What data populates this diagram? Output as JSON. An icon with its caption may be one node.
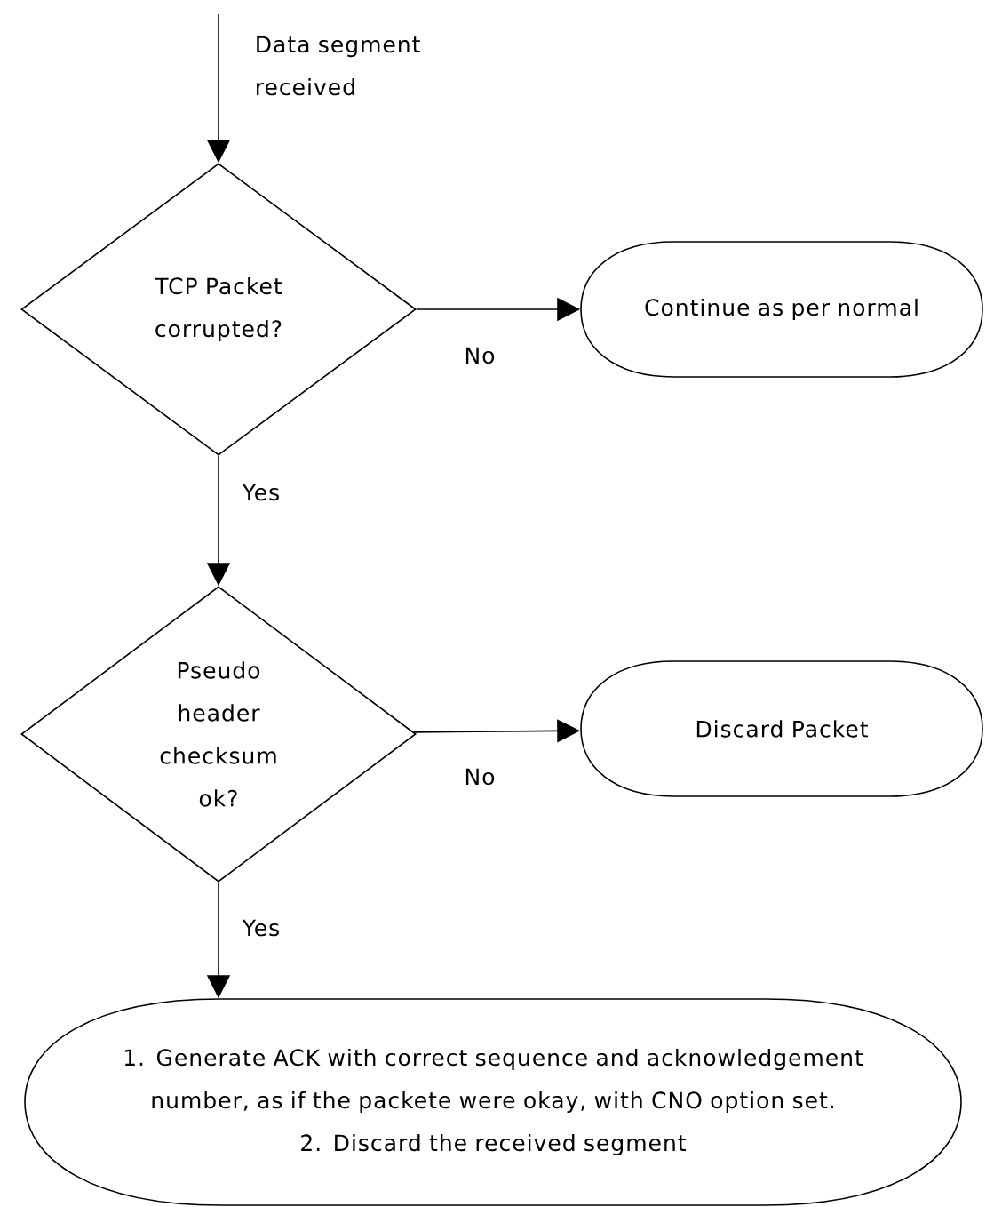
{
  "diagram": {
    "nodes": [
      {
        "text": [
          "TCP Packet corrupted?"
        ]
      },
      {
        "text": [
          "Continue as per normal"
        ]
      },
      {
        "text": [
          "Pseudo header checksum ok?"
        ]
      },
      {
        "text": [
          "Discard Packet"
        ]
      },
      {
        "text": [
          "1. Generate ACK with correct sequence and acknowledgement number, as if the packete were okay, with CNO option set.",
          "2. Discard the received segment"
        ]
      }
    ],
    "edges": [
      {
        "from": null,
        "to": 0,
        "arrow": "to",
        "label": "Data segment received"
      },
      {
        "from": 0,
        "to": 1,
        "arrow": "to",
        "label": "No"
      },
      {
        "from": 0,
        "to": 2,
        "arrow": "to",
        "label": "Yes"
      },
      {
        "from": 2,
        "to": 3,
        "arrow": "to",
        "label": "No"
      },
      {
        "from": 2,
        "to": 4,
        "arrow": "to",
        "label": "Yes"
      }
    ]
  }
}
